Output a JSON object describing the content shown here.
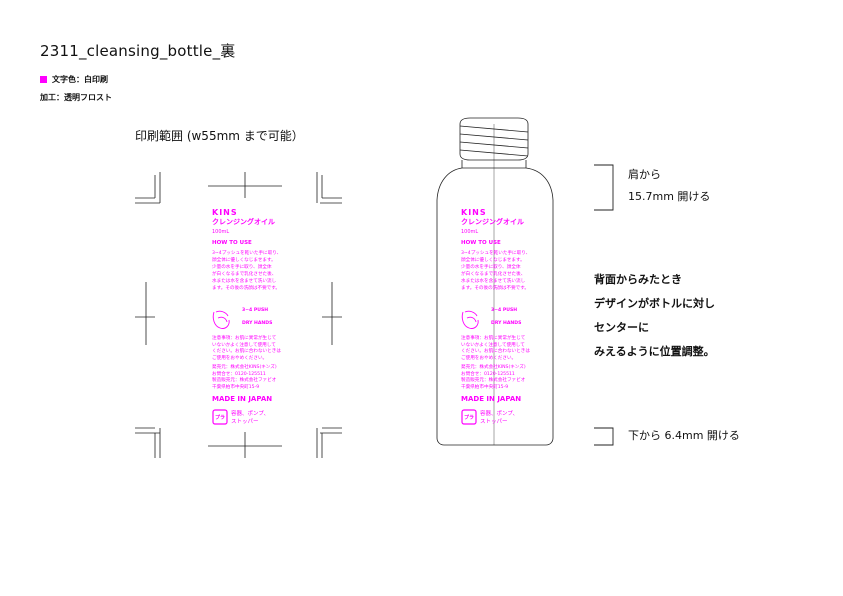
{
  "header": {
    "title": "2311_cleansing_bottle_裏",
    "note_color": "文字色：白印刷",
    "note_process": "加工：透明フロスト",
    "swatch_color": "#ff00ff"
  },
  "print_area_label": "印刷範囲 (w55mm まで可能）",
  "label": {
    "brand": "KINS",
    "product": "クレンジングオイル",
    "volume": "100mL",
    "how_to_use": "HOW TO USE",
    "usage_lines": [
      "3~4プッシュを乾いた手に取り、",
      "顔全体に優しくなじませます。",
      "少量の水を手に取り、顔全体",
      "が白くなるまで乳化させた後、",
      "水または水を含ませて洗い流し",
      "ます。その後の洗顔は不要です。"
    ],
    "push": "3~4 PUSH",
    "dry_hands": "DRY HANDS",
    "caution_lines": [
      "注意事項：お肌に異常が生じて",
      "いないかよく注意して使用して",
      "ください。お肌に合わないときは",
      "ご使用をおやめください。"
    ],
    "company_lines": [
      "発売元：株式会社KINS(キンズ)",
      "お問合せ：0120-125511",
      "製造販売元：株式会社ファビオ",
      "千葉県柏市中央町15-9"
    ],
    "made_in": "MADE IN JAPAN",
    "recycle_lines": [
      "容器、ポンプ、",
      "ストッパー"
    ],
    "recycle_mark": "プラ"
  },
  "annotations": {
    "shoulder_line1": "肩から",
    "shoulder_line2": "15.7mm 開ける",
    "center_lines": [
      "背面からみたとき",
      "デザインがボトルに対し",
      "センターに",
      "みえるように位置調整。"
    ],
    "bottom_text": "下から 6.4mm 開ける"
  }
}
